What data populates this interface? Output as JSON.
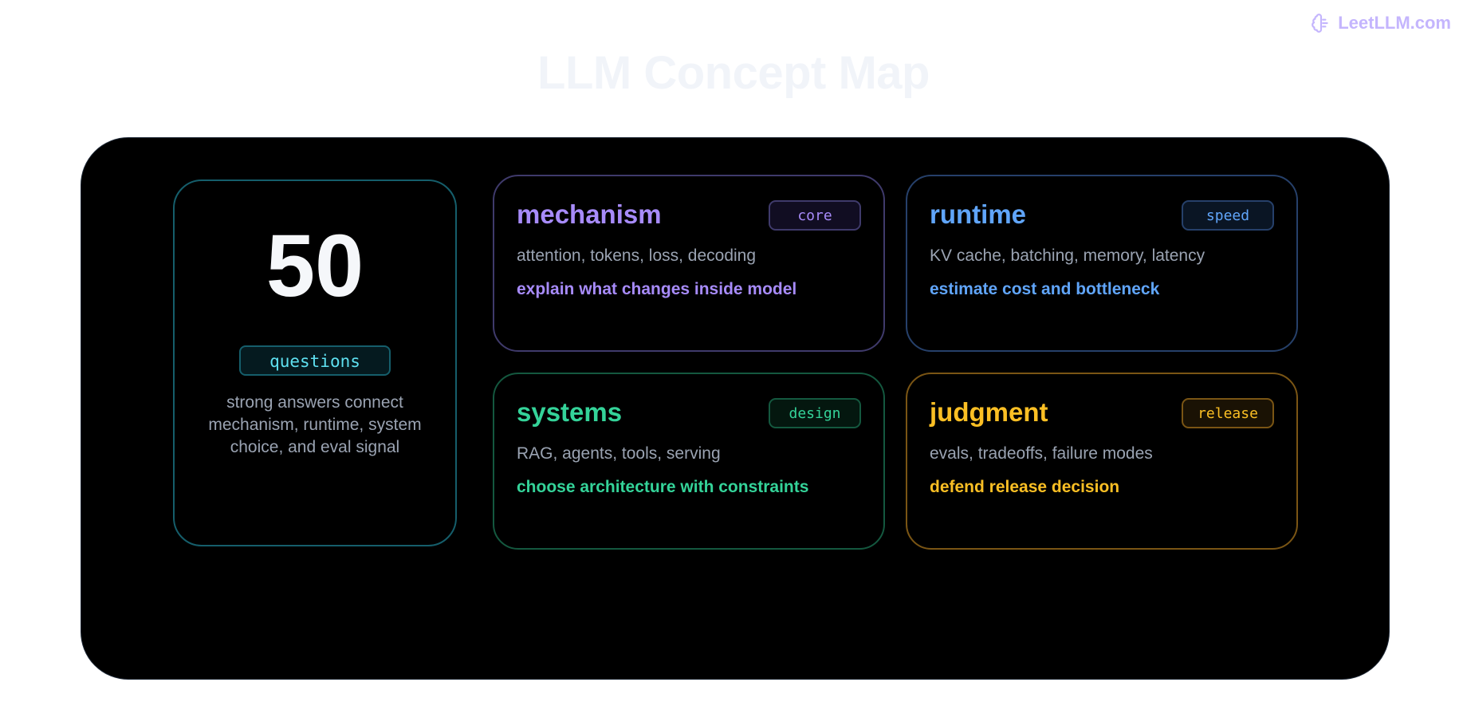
{
  "brand": {
    "name": "LeetLLM.com",
    "icon": "brain-icon",
    "color": "#c4b5fd"
  },
  "title": "LLM Concept Map",
  "stat": {
    "number": "50",
    "badge": "questions",
    "description": "strong answers connect mechanism, runtime, system choice, and eval signal",
    "accent": "#22d3ee"
  },
  "topics": [
    {
      "title": "mechanism",
      "tag": "core",
      "items": "attention, tokens, loss, decoding",
      "action": "explain what changes inside model",
      "color": "#a78bfa"
    },
    {
      "title": "runtime",
      "tag": "speed",
      "items": "KV cache, batching, memory, latency",
      "action": "estimate cost and bottleneck",
      "color": "#60a5fa"
    },
    {
      "title": "systems",
      "tag": "design",
      "items": "RAG, agents, tools, serving",
      "action": "choose architecture with constraints",
      "color": "#34d399"
    },
    {
      "title": "judgment",
      "tag": "release",
      "items": "evals, tradeoffs, failure modes",
      "action": "defend release decision",
      "color": "#fbbf24"
    }
  ]
}
